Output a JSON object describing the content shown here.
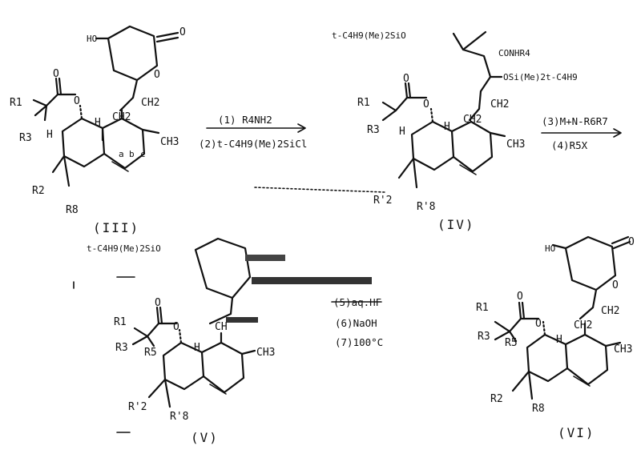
{
  "compounds": {
    "III": {
      "id": "(III)",
      "ho": "HO",
      "ketone_o": "O",
      "ring_o": "O",
      "ch2": "CH2",
      "ch2b": "CH2",
      "ch3": "CH3",
      "ester_o": "O",
      "ester_o2": "O",
      "h": "H",
      "h2": "H",
      "r1": "R1",
      "r3": "R3",
      "r2": "R2",
      "r8": "R8",
      "a": "a",
      "b": "b",
      "c": "c"
    },
    "IV": {
      "id": "(IV)",
      "silyl_top": "t-C4H9(Me)2SiO",
      "amide": "CONHR4",
      "silyl_side": "OSi(Me)2t-C4H9",
      "ch2": "CH2",
      "ch2b": "CH2",
      "ch3": "CH3",
      "ester_o": "O",
      "ester_o2": "O",
      "h": "H",
      "h2": "H",
      "r1": "R1",
      "r3": "R3",
      "r2p": "R'2",
      "r8p": "R'8"
    },
    "V": {
      "id": "(V)",
      "silyl": "t-C4H9(Me)2SiO",
      "ch": "CH",
      "ch3": "CH3",
      "ester_o": "O",
      "ester_o2": "O",
      "h": "H",
      "r1": "R1",
      "r3": "R3",
      "r5": "R5",
      "r2p": "R'2",
      "r8p": "R'8"
    },
    "VI": {
      "id": "(VI)",
      "ho": "HO",
      "ketone_o": "O",
      "ring_o": "O",
      "ch2": "CH2",
      "ch2b": "CH2",
      "ch3": "CH3",
      "ester_o": "O",
      "ester_o2": "O",
      "h": "H",
      "r1": "R1",
      "r3": "R3",
      "r5": "R5",
      "r2": "R2",
      "r8": "R8"
    }
  },
  "reactions": {
    "step1": "(1) R4NH2",
    "step2": "(2)t-C4H9(Me)2SiCl",
    "step3": "(3)M+N-R6R7",
    "step4": "(4)R5X",
    "step5": "(5)aq.HF",
    "step6": "(6)NaOH",
    "step7": "(7)100°C"
  }
}
